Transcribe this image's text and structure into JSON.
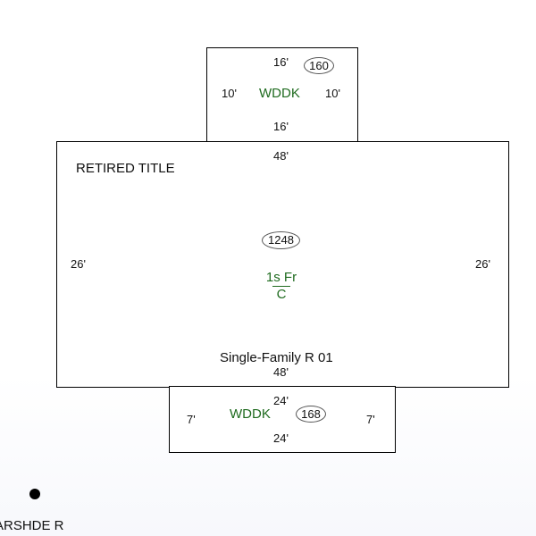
{
  "top_deck": {
    "label": "WDDK",
    "area": "160",
    "dim_top": "16'",
    "dim_bottom": "16'",
    "dim_left": "10'",
    "dim_right": "10'"
  },
  "main": {
    "title": "RETIRED TITLE",
    "area": "1248",
    "dim_top": "48'",
    "dim_bottom": "48'",
    "dim_left": "26'",
    "dim_right": "26'",
    "floor_code": "1s Fr",
    "floor_sub": "C",
    "occupancy": "Single-Family R 01"
  },
  "bottom_deck": {
    "label": "WDDK",
    "area": "168",
    "dim_top": "24'",
    "dim_bottom": "24'",
    "dim_left": "7'",
    "dim_right": "7'"
  },
  "street": {
    "label": "ARSHDE R"
  },
  "colors": {
    "outline": "#000000",
    "label_green": "#1f6b1f"
  }
}
